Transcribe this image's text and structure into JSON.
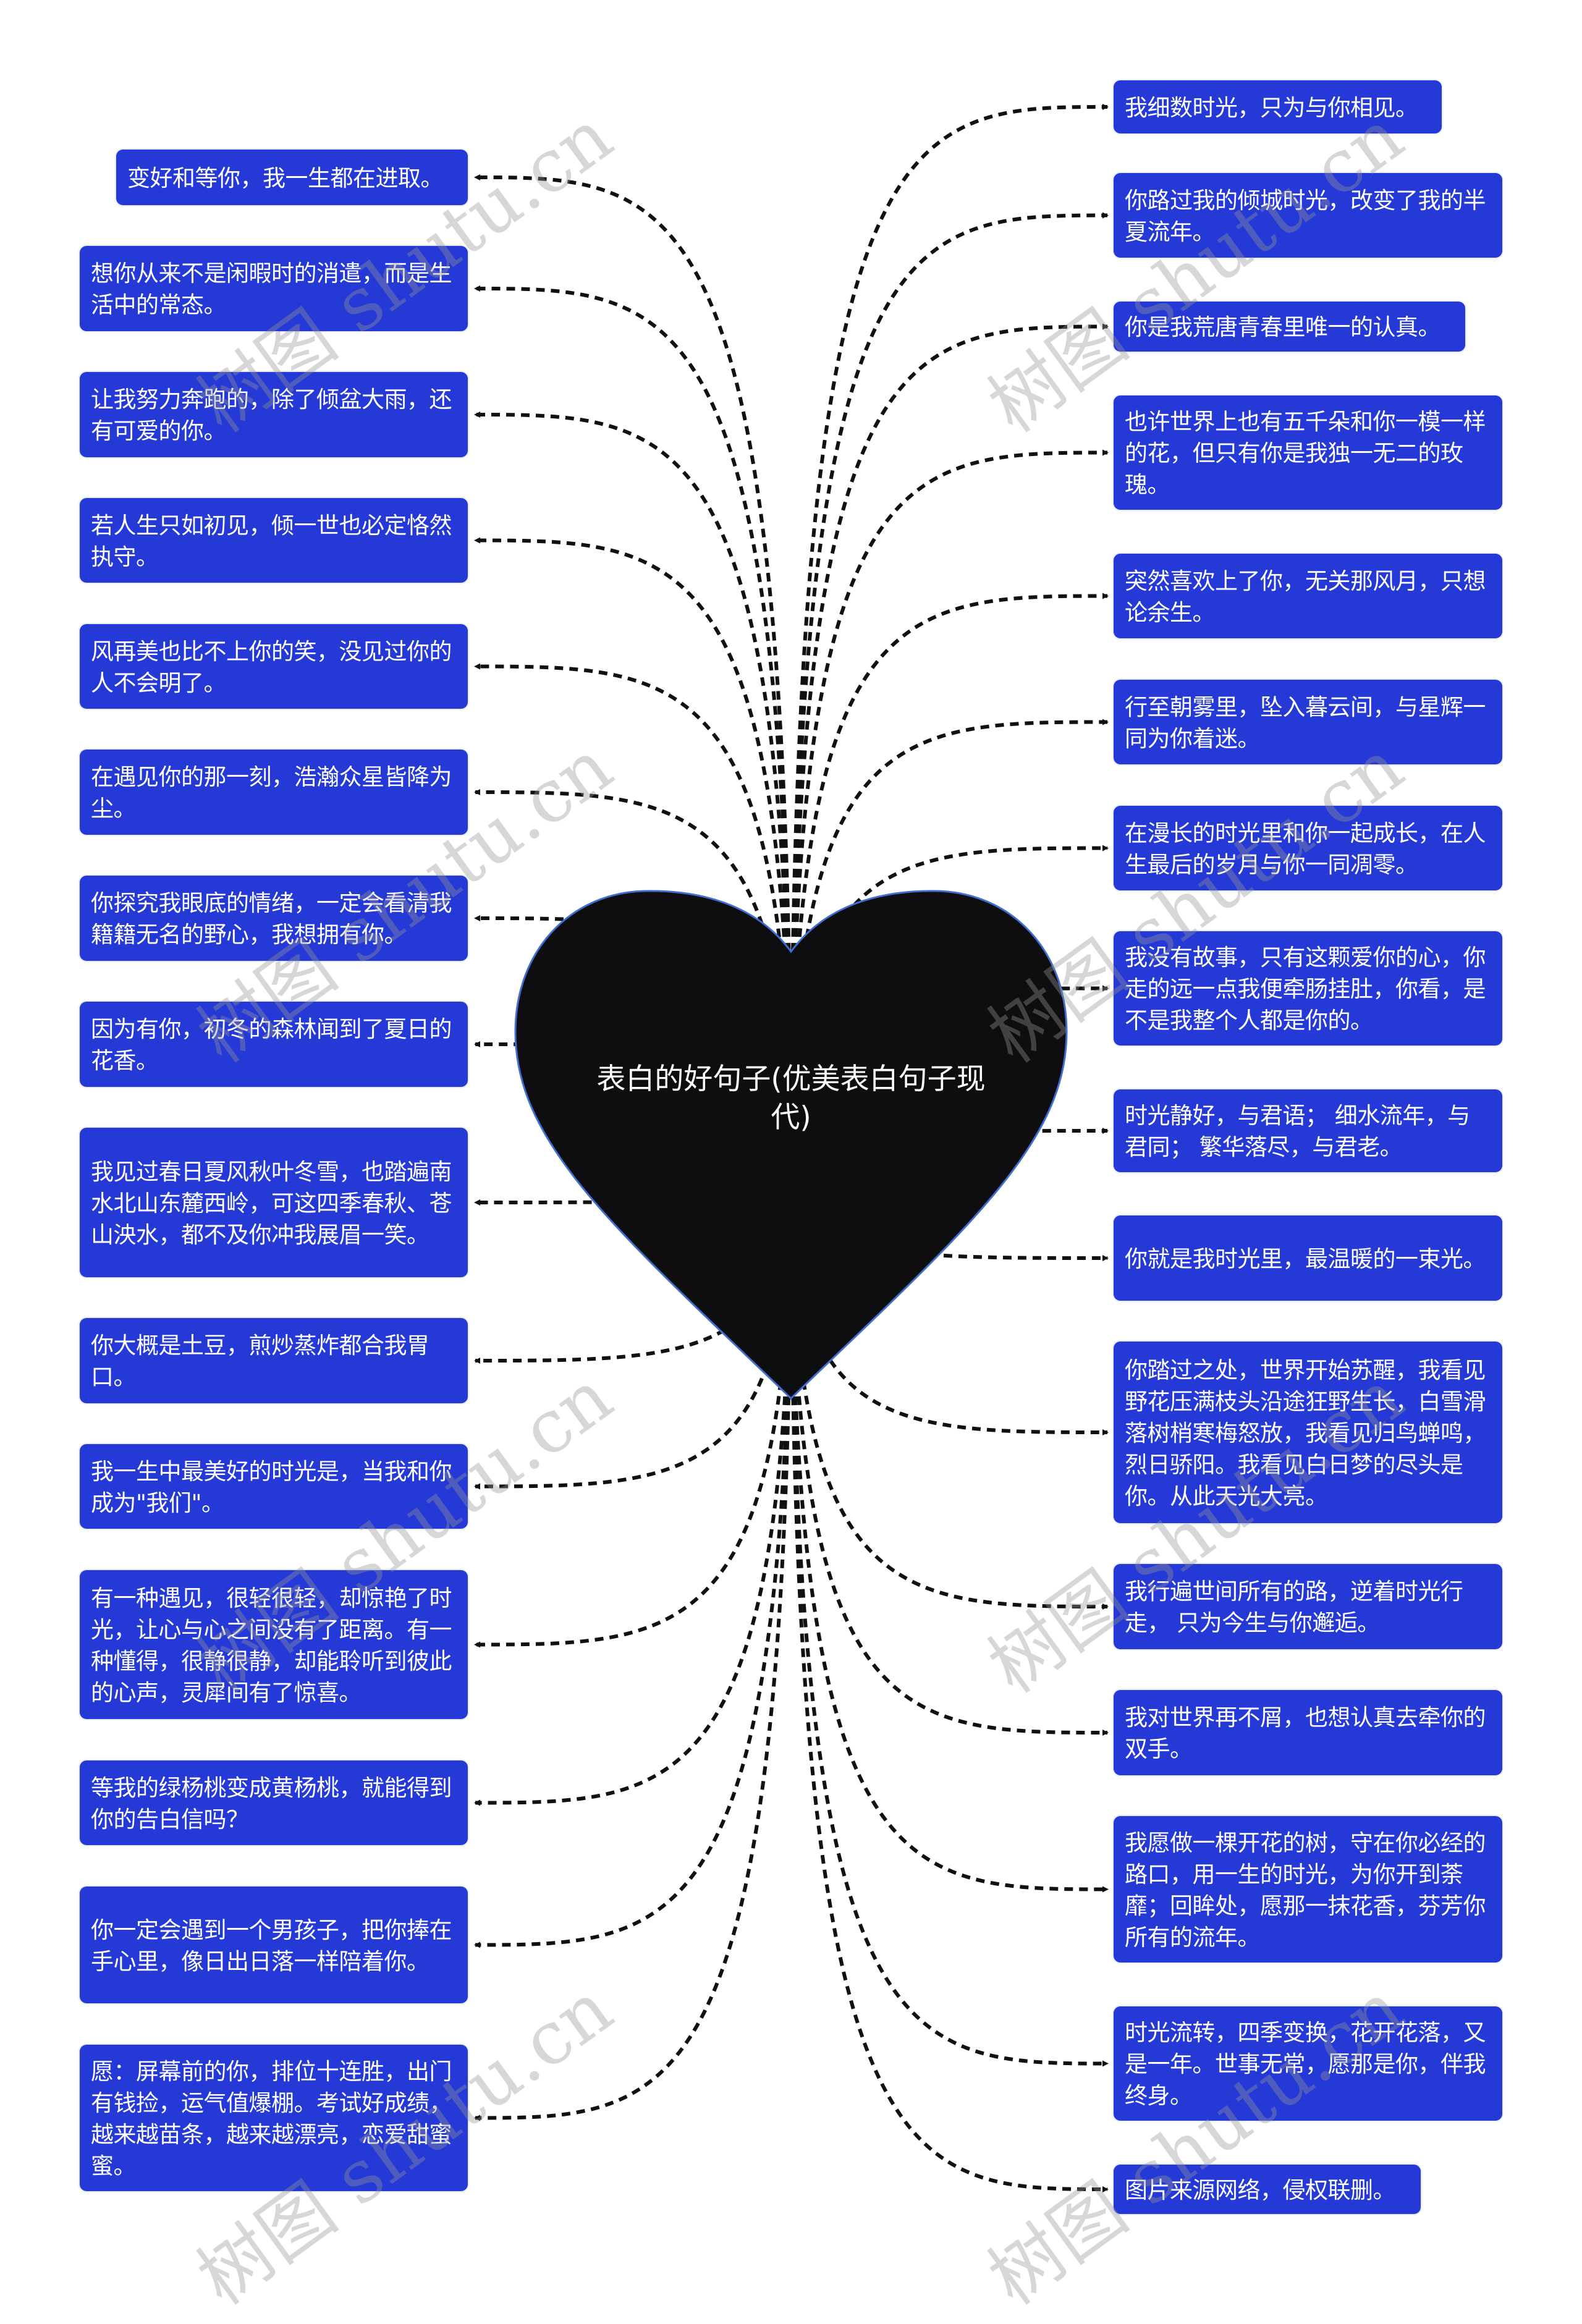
{
  "title": "表白的好句子(优美表白句子现代)",
  "watermark": "树图 shutu.cn",
  "colors": {
    "node_bg": "#2439d6",
    "node_text": "#ffffff",
    "heart_fill": "#0e0e10",
    "heart_stroke": "#3f6fd1",
    "link": "#111111"
  },
  "left_nodes": [
    {
      "text": "变好和等你，我一生都在进取。"
    },
    {
      "text": "想你从来不是闲暇时的消遣，而是生活中的常态。"
    },
    {
      "text": "让我努力奔跑的，除了倾盆大雨，还有可爱的你。"
    },
    {
      "text": "若人生只如初见，倾一世也必定恪然执守。"
    },
    {
      "text": "风再美也比不上你的笑，没见过你的人不会明了。"
    },
    {
      "text": "在遇见你的那一刻，浩瀚众星皆降为尘。"
    },
    {
      "text": "你探究我眼底的情绪，一定会看清我籍籍无名的野心，我想拥有你。"
    },
    {
      "text": "因为有你，初冬的森林闻到了夏日的花香。"
    },
    {
      "text": "我见过春日夏风秋叶冬雪，也踏遍南水北山东麓西岭，可这四季春秋、苍山泱水，都不及你冲我展眉一笑。"
    },
    {
      "text": "你大概是土豆，煎炒蒸炸都合我胃口。"
    },
    {
      "text": "我一生中最美好的时光是，当我和你成为\"我们\"。"
    },
    {
      "text": "有一种遇见，很轻很轻，却惊艳了时光，让心与心之间没有了距离。有一种懂得，很静很静，却能聆听到彼此的心声，灵犀间有了惊喜。"
    },
    {
      "text": "等我的绿杨桃变成黄杨桃，就能得到你的告白信吗？"
    },
    {
      "text": "你一定会遇到一个男孩子，把你捧在手心里，像日出日落一样陪着你。"
    },
    {
      "text": "愿：屏幕前的你，排位十连胜，出门有钱捡，运气值爆棚。考试好成绩，越来越苗条，越来越漂亮，恋爱甜蜜蜜。"
    }
  ],
  "right_nodes": [
    {
      "text": "我细数时光，只为与你相见。"
    },
    {
      "text": "你路过我的倾城时光，改变了我的半夏流年。"
    },
    {
      "text": "你是我荒唐青春里唯一的认真。"
    },
    {
      "text": "也许世界上也有五千朵和你一模一样的花，但只有你是我独一无二的玫瑰。"
    },
    {
      "text": "突然喜欢上了你，无关那风月，只想论余生。"
    },
    {
      "text": "行至朝雾里，坠入暮云间，与星辉一同为你着迷。"
    },
    {
      "text": "在漫长的时光里和你一起成长，在人生最后的岁月与你一同凋零。"
    },
    {
      "text": "我没有故事，只有这颗爱你的心，你走的远一点我便牵肠挂肚，你看，是不是我整个人都是你的。"
    },
    {
      "text": "时光静好，与君语； 细水流年，与君同； 繁华落尽，与君老。"
    },
    {
      "text": "你就是我时光里，最温暖的一束光。"
    },
    {
      "text": "你踏过之处，世界开始苏醒，我看见野花压满枝头沿途狂野生长，白雪滑落树梢寒梅怒放，我看见归鸟蝉鸣，烈日骄阳。我看见白日梦的尽头是你。从此天光大亮。"
    },
    {
      "text": "我行遍世间所有的路，逆着时光行走， 只为今生与你邂逅。"
    },
    {
      "text": "我对世界再不屑，也想认真去牵你的双手。"
    },
    {
      "text": "我愿做一棵开花的树，守在你必经的路口，用一生的时光，为你开到荼靡；回眸处，愿那一抹花香，芬芳你所有的流年。"
    },
    {
      "text": "时光流转，四季变换，花开花落，又是一年。世事无常，愿那是你，伴我终身。"
    },
    {
      "text": "图片来源网络，侵权联删。"
    }
  ]
}
